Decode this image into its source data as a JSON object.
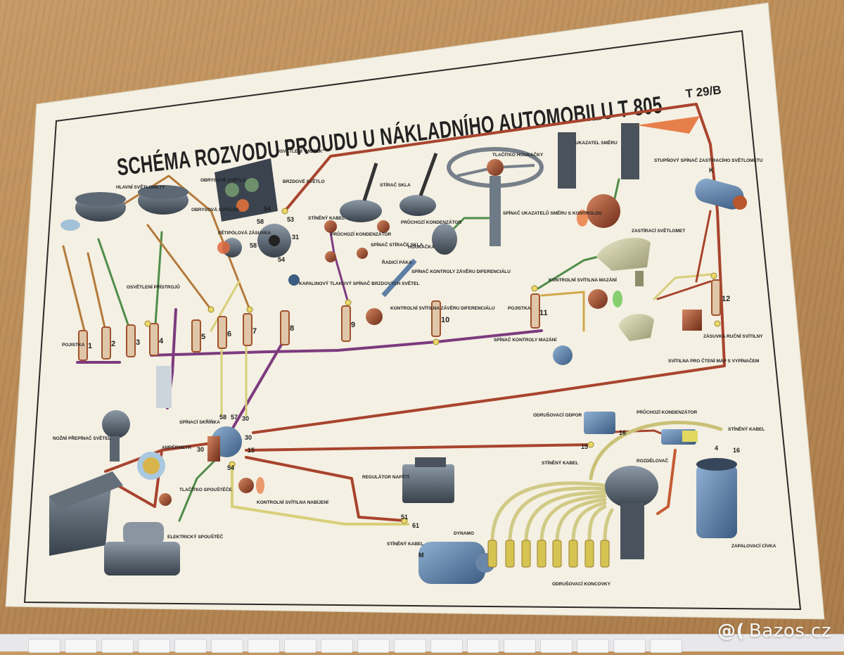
{
  "poster": {
    "title": "SCHÉMA ROZVODU PROUDU U NÁKLADNÍHO AUTOMOBILU T 805",
    "code": "T 29/B"
  },
  "labels": {
    "osvetleni_motek": "OSVĚTLENÍ \"MOTEK\"",
    "obrysove_svetlo": "OBRYSOVÉ SVĚTLO",
    "brzdove_svetlo": "BRZDOVÉ SVĚTLO",
    "svetlomety": "HLAVNÍ SVĚTLOMETY",
    "obrysova_svitilna": "OBRYSOVÁ SVÍTILNA",
    "petipolova_zarovka": "PĚTIPÓLOVÁ ZÁSUVKA",
    "stineny_kabel_top": "STÍNĚNÝ KABEL",
    "stirac_skla": "STÍRAČ SKLA",
    "prochozi_kondenzator_top": "PRŮCHOZÍ KONDENZÁTOR",
    "prochozi_kondenzator_left": "PRŮCHOZÍ KONDENZÁTOR",
    "spinac_stirace": "SPÍNAČ STÍRAČE SKLA",
    "houkacka": "HOUKAČKA",
    "tlacitko_houkacky": "TLAČÍTKO HOUKAČKY",
    "ukazatel_smeru": "UKAZATEL SMĚRU",
    "spinac_ukazatelu": "SPÍNAČ UKAZATELŮ SMĚRU S KONTROLOU",
    "stupnovy_spinac": "STUPŇOVÝ SPÍNAČ ZASTIRACÍHO SVĚTLOMETU",
    "zastiraci_svetlomet": "ZASTÍRACÍ SVĚTLOMET",
    "kapalinovy_spinac": "KAPALINOVÝ TLAKOVÝ SPÍNAČ BRZDOVÝCH SVĚTEL",
    "radici_paka": "ŘADICÍ PÁKA",
    "spinac_kontroly": "SPÍNAČ KONTROLY ZÁVĚRU DIFERENCIÁLU",
    "kontrolni_svitilna_zaveru": "KONTROLNÍ SVÍTILNA ZÁVĚRU DIFERENCIÁLU",
    "kontrolni_svitilna_mazani": "KONTROLNÍ SVÍTILNA MAZÁNÍ",
    "pojistka": "POJISTKA",
    "spinac_kontroly_mazani": "SPÍNAČ KONTROLY MAZÁNÍ",
    "zasuvka": "ZÁSUVKA RUČNÍ SVÍTILNY",
    "svitilna_cteni": "SVÍTILNA PRO ČTENÍ MAP S VYPÍNAČEM",
    "osvetleni_pristroju": "OSVĚTLENÍ PŘÍSTROJŮ",
    "prepinac_svetel": "NOŽNÍ PŘEPÍNAČ SVĚTEL",
    "spinaci_skrinka": "SPÍNACÍ SKŘÍŇKA",
    "amperemetr": "AMPÉRMETR",
    "tlacitko_spoustece": "TLAČÍTKO SPOUŠTĚČE",
    "kontrolni_svitilna_nabijeni": "KONTROLNÍ SVÍTILNA NABÍJENÍ",
    "elektricky_spoustec": "ELEKTRICKÝ SPOUŠTĚČ",
    "odrusovaci_odpor": "ODRUŠOVACÍ ODPOR",
    "prochozi_kondenzator_right": "PRŮCHOZÍ KONDENZÁTOR",
    "stineny_kabel_right": "STÍNĚNÝ KABEL",
    "stineny_kabel_mid": "STÍNĚNÝ KABEL",
    "rozdelovac": "ROZDĚLOVAČ",
    "regulator": "REGULÁTOR NAPĚTÍ",
    "stineny_kabel_bottom": "STÍNĚNÝ KABEL",
    "dynamo": "DYNAMO",
    "zapalovaci_civka": "ZAPALOVACÍ CÍVKA",
    "odrusovaci_koncovky": "ODRUŠOVACÍ KONCOVKY",
    "pojistka_small": "POJISTKA"
  },
  "fuse_numbers": [
    "1",
    "2",
    "3",
    "4",
    "5",
    "6",
    "7",
    "8",
    "9",
    "10",
    "11",
    "12"
  ],
  "terminals": [
    "58",
    "54",
    "53",
    "31",
    "58",
    "54",
    "58",
    "57",
    "30",
    "30",
    "15",
    "30",
    "54",
    "51",
    "61",
    "15",
    "16",
    "4",
    "16",
    "K",
    "M"
  ],
  "watermark": {
    "icon": "@(",
    "text": "Bazos.cz"
  },
  "colors": {
    "paper": "#f4f0e3",
    "wire_red": "#a8442e",
    "wire_green": "#4f8d4a",
    "wire_purple": "#7d3a7e",
    "wire_yellow": "#d8cf7a",
    "wire_brown": "#b47a3c",
    "component_gray": "#4b5866",
    "component_blue": "#5d7fa6"
  }
}
